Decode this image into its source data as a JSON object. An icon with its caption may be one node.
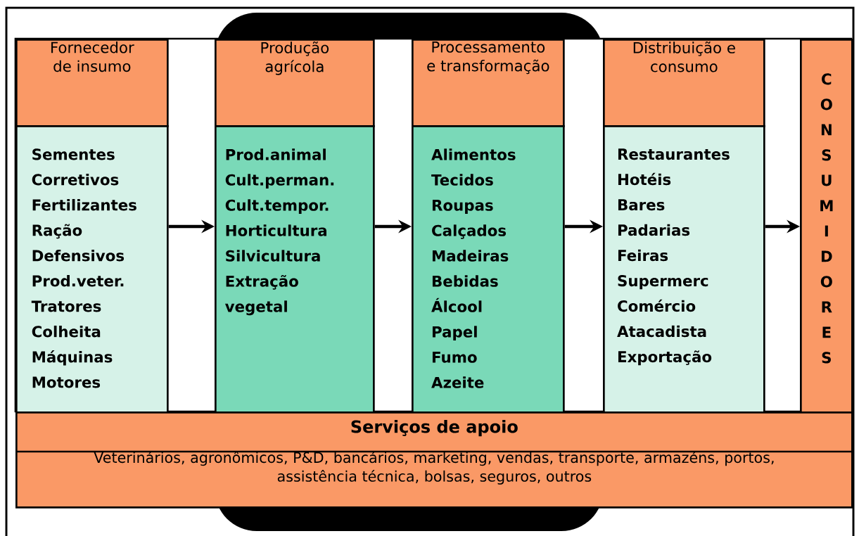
{
  "diagram": {
    "nodes": [
      {
        "text": [
          "Fornecedor de insumo"
        ]
      },
      {
        "text": [
          "Sementes",
          "Corretivos",
          "Fertilizantes",
          "Ração",
          "Defensivos",
          "Prod.veter.",
          "Tratores",
          "Colheita",
          "Máquinas",
          "Motores"
        ]
      },
      {
        "text": [
          "Produção agrícola"
        ]
      },
      {
        "text": [
          "Prod.animal",
          "Cult.perman.",
          "Cult.tempor.",
          "Horticultura",
          "Silvicultura",
          "Extração vegetal"
        ]
      },
      {
        "text": [
          "Processamento e transformação"
        ]
      },
      {
        "text": [
          "Alimentos",
          "Tecidos",
          "Roupas",
          "Calçados",
          "Madeiras",
          "Bebidas",
          "Álcool",
          "Papel",
          "Fumo",
          "Azeite"
        ]
      },
      {
        "text": [
          "Distribuição e consumo"
        ]
      },
      {
        "text": [
          "Restaurantes",
          "Hotéis",
          "Bares",
          "Padarias",
          "Feiras",
          "Supermerc",
          "Comércio",
          "Atacadista",
          "Exportação"
        ]
      },
      {
        "text": [
          "CONSUMIDORES"
        ]
      },
      {
        "text": [
          "Serviços de apoio",
          "Veterinários, agronômicos, P&D, bancários, marketing, vendas, transporte, armazéns, portos, assistência técnica, bolsas, seguros, outros"
        ]
      }
    ],
    "edges": [
      {
        "from": 1,
        "to": 3,
        "arrow": "to"
      },
      {
        "from": 3,
        "to": 5,
        "arrow": "to"
      },
      {
        "from": 5,
        "to": 7,
        "arrow": "to"
      },
      {
        "from": 7,
        "to": 8,
        "arrow": "to"
      }
    ]
  }
}
